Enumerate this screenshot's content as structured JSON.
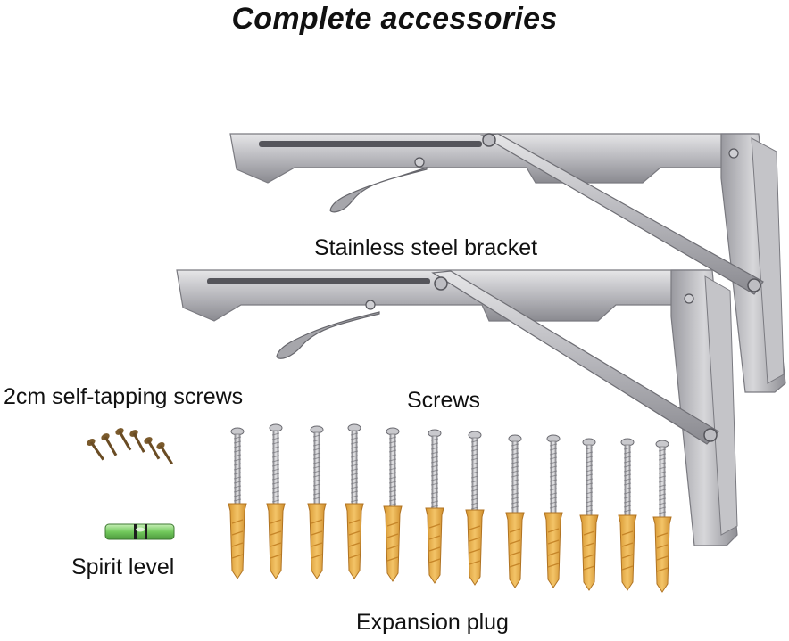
{
  "title": "Complete accessories",
  "labels": {
    "bracket": "Stainless steel bracket",
    "self_tapping_screws": "2cm self-tapping screws",
    "screws": "Screws",
    "spirit_level": "Spirit level",
    "expansion_plug": "Expansion plug"
  },
  "colors": {
    "steel_light": "#d9d9dc",
    "steel_mid": "#a9a9ae",
    "steel_dark": "#6f6f75",
    "plug": "#e9b04a",
    "level": "#7fd36a",
    "screw_bronze": "#7a5a2c"
  },
  "counts": {
    "screws": 12,
    "plugs": 12,
    "self_tapping_screws": 6
  }
}
